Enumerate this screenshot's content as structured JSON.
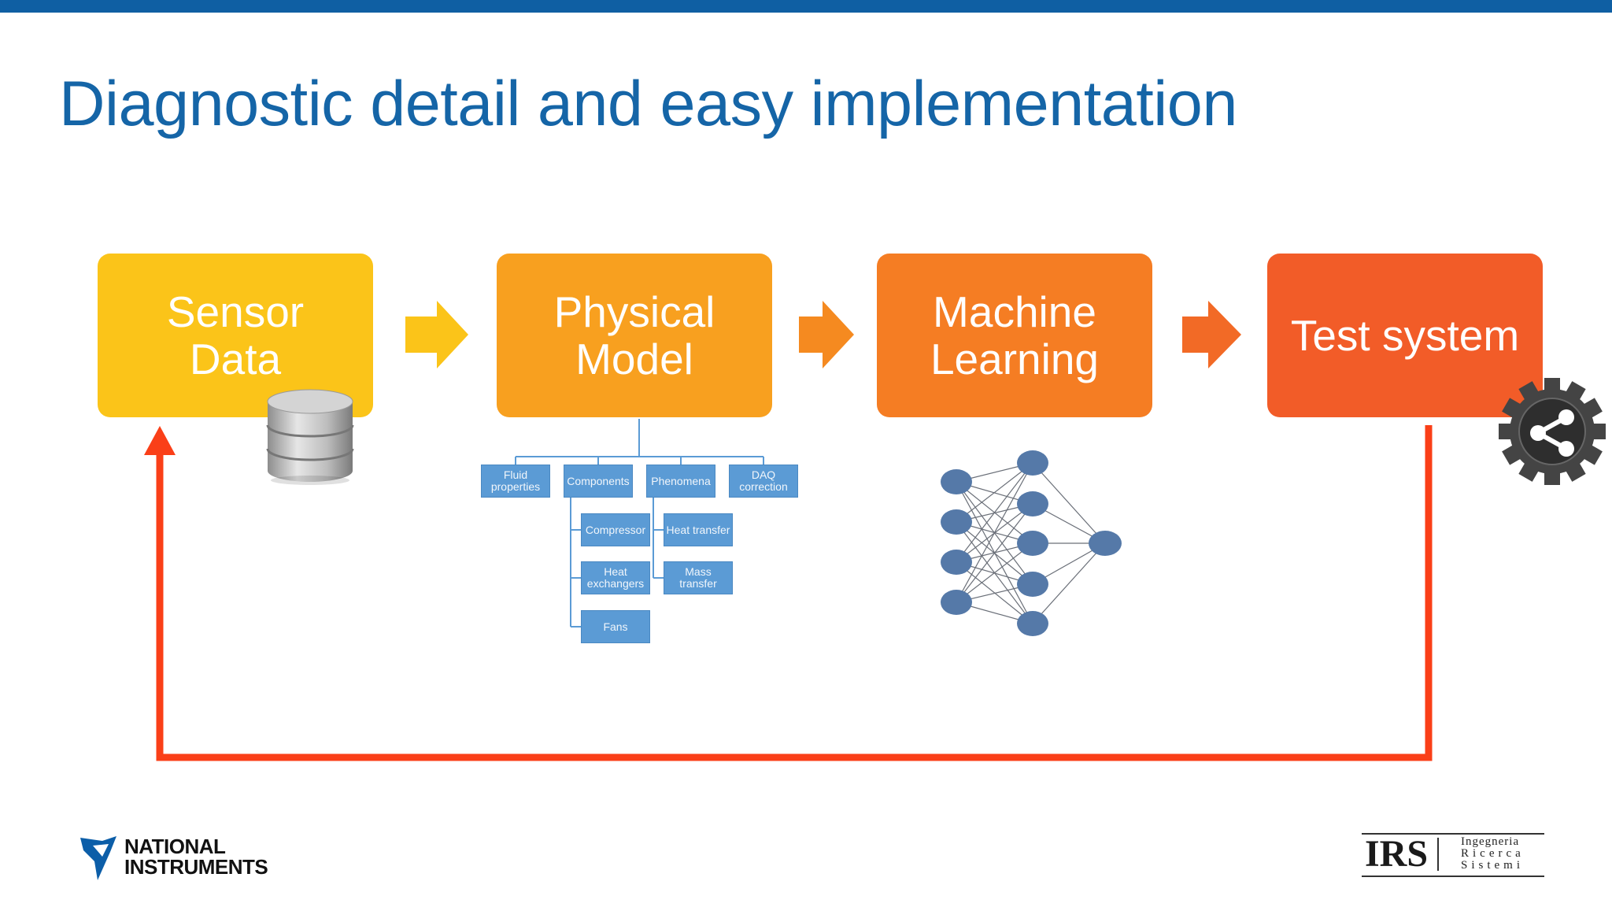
{
  "slide": {
    "title": "Diagnostic detail and easy implementation"
  },
  "stages": [
    {
      "label": "Sensor\nData",
      "color": "#fbc419"
    },
    {
      "label": "Physical\nModel",
      "color": "#f8a01f"
    },
    {
      "label": "Machine\nLearning",
      "color": "#f57d23"
    },
    {
      "label": "Test system",
      "color": "#f25c28"
    }
  ],
  "model_tree": {
    "level1": [
      "Fluid\nproperties",
      "Components",
      "Phenomena",
      "DAQ\ncorrection"
    ],
    "components": [
      "Compressor",
      "Heat\nexchangers",
      "Fans"
    ],
    "phenomena": [
      "Heat transfer",
      "Mass\ntransfer"
    ]
  },
  "logos": {
    "left_line1": "NATIONAL",
    "left_line2": "INSTRUMENTS",
    "right_main": "IRS",
    "right_sub": [
      "Ingegneria",
      "Ricerca",
      "Sistemi"
    ]
  },
  "colors": {
    "title": "#1565a7",
    "feedback_arrow": "#fa3f18",
    "tree_box": "#5b9bd5",
    "neural_node": "#5579a8"
  },
  "icons": [
    "database-icon",
    "share-gear-icon",
    "neural-network-icon"
  ]
}
